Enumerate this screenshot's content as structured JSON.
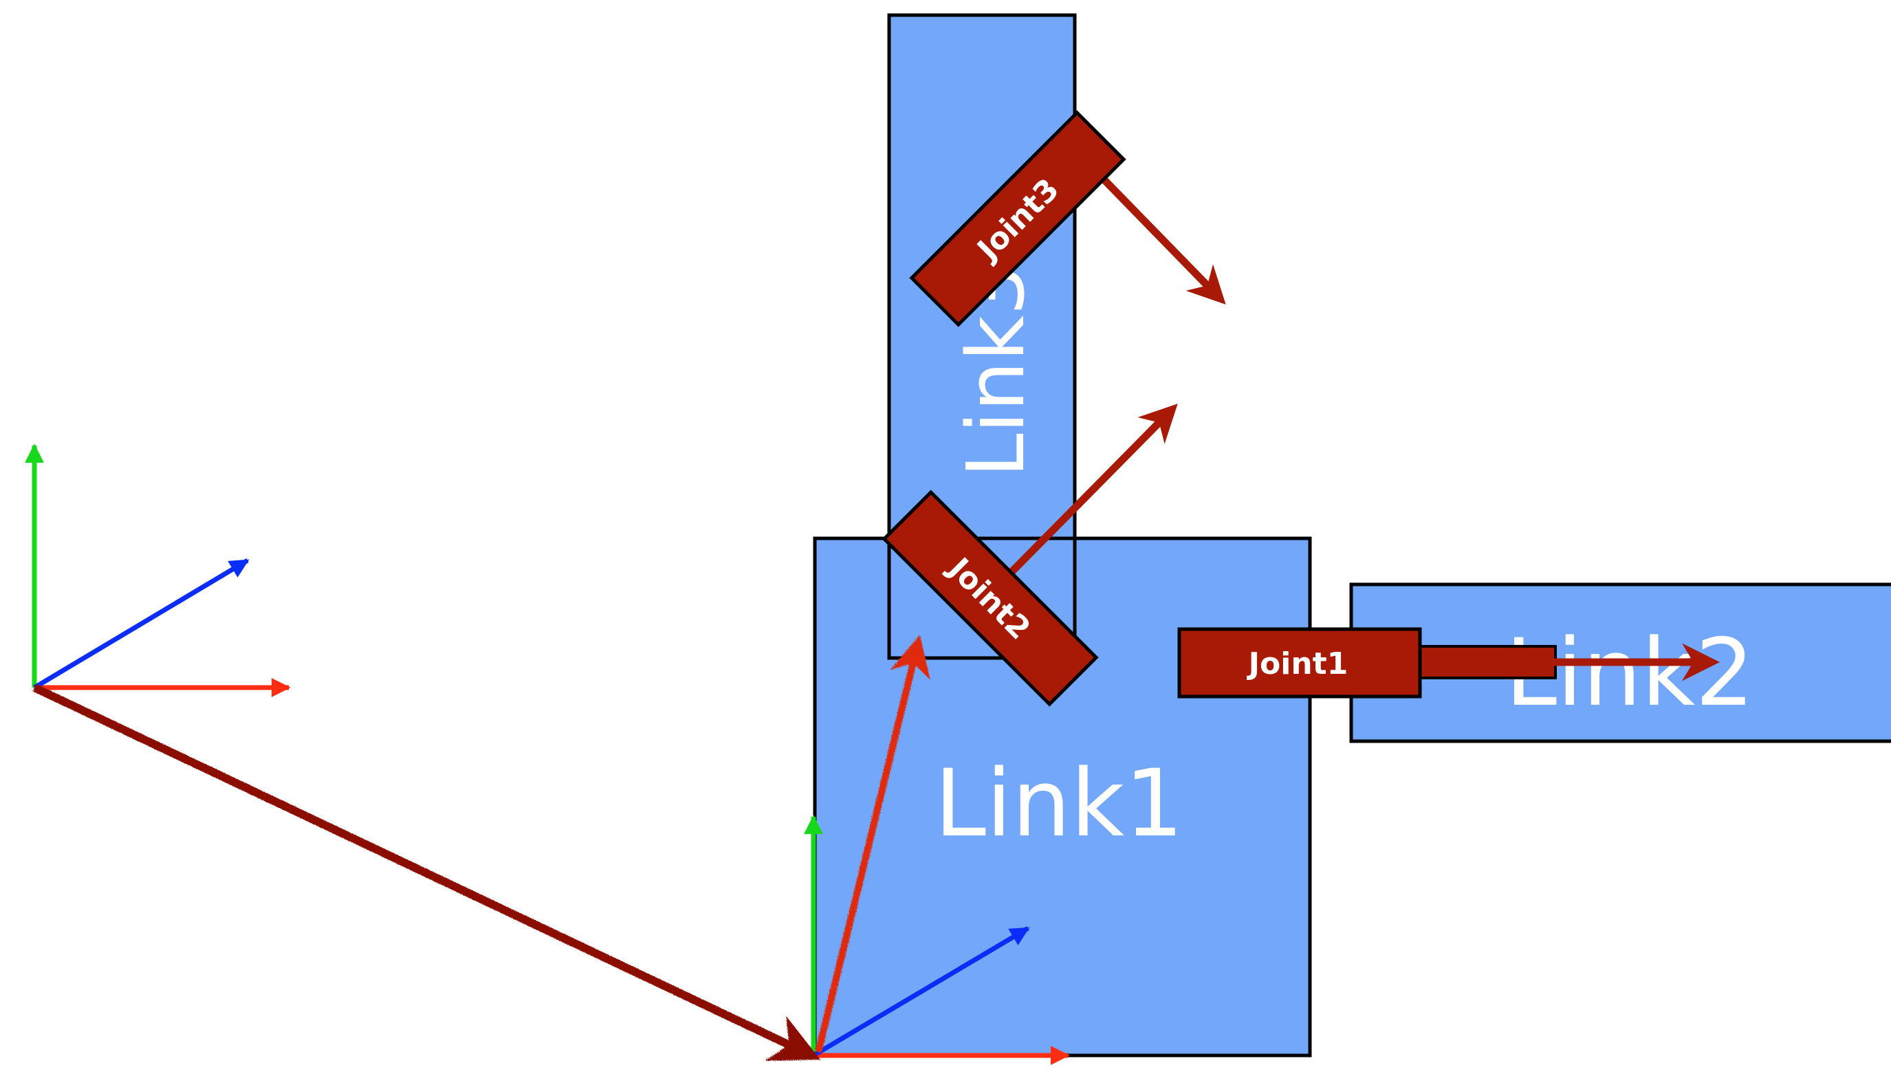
{
  "links": {
    "link1": "Link1",
    "link2": "Link2",
    "link3": "Link3"
  },
  "joints": {
    "joint1": "Joint1",
    "joint2": "Joint2",
    "joint3": "Joint3"
  },
  "colors": {
    "link_fill": "#72a7fa",
    "joint_fill": "#a81a05",
    "arrow_dark_red": "#a81a05",
    "sketch_arrow": "#8a1004",
    "sketch_arrow_bright": "#e02a10",
    "axis_x": "#ff2e12",
    "axis_y": "#17d81b",
    "axis_z": "#0a2dfa"
  },
  "icons": {
    "world_frame": "coordinate-frame-icon",
    "link1_frame": "coordinate-frame-icon"
  }
}
